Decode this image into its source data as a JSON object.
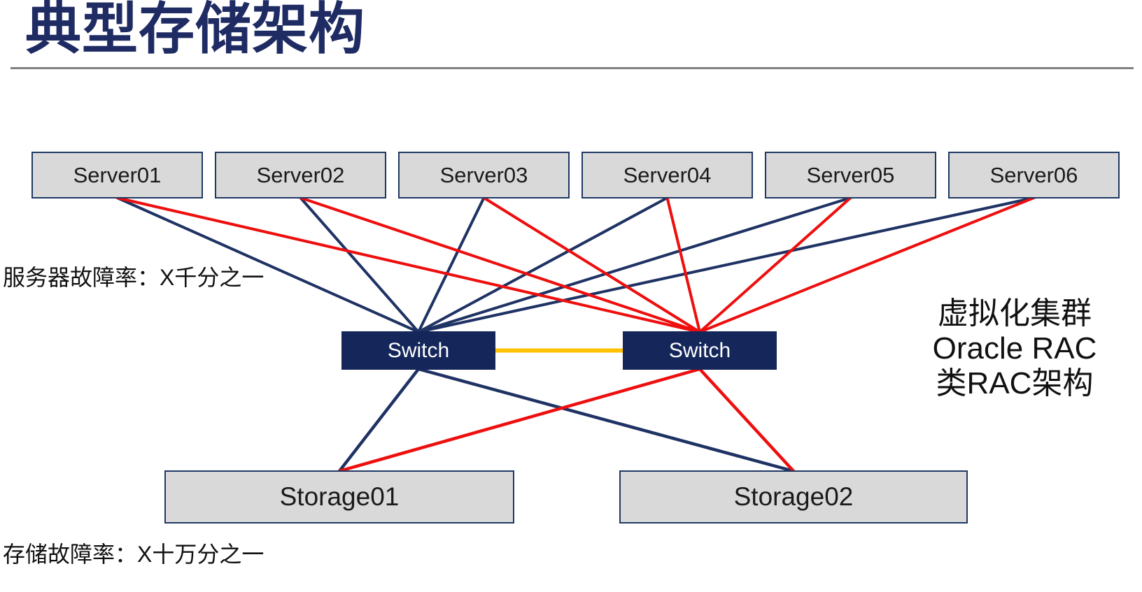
{
  "title": "典型存储架构",
  "nodes": {
    "servers": [
      "Server01",
      "Server02",
      "Server03",
      "Server04",
      "Server05",
      "Server06"
    ],
    "switches": [
      "Switch",
      "Switch"
    ],
    "storages": [
      "Storage01",
      "Storage02"
    ]
  },
  "annotations": {
    "server_failure_rate": "服务器故障率：X千分之一",
    "storage_failure_rate": "存储故障率：X十万分之一",
    "note_lines": [
      "虚拟化集群",
      "Oracle RAC",
      "类RAC架构"
    ]
  },
  "colors": {
    "title": "#1f2b63",
    "node_fill": "#d9d9d9",
    "node_border": "#1f3864",
    "switch_fill": "#14265a",
    "link_primary": "#1f3264",
    "link_secondary": "#ee0e0e",
    "link_interswitch": "#ffc000"
  },
  "links": [
    {
      "from": "server-1",
      "to": "switch-1",
      "color": "link_primary",
      "weight": 4
    },
    {
      "from": "server-2",
      "to": "switch-1",
      "color": "link_primary",
      "weight": 4
    },
    {
      "from": "server-3",
      "to": "switch-1",
      "color": "link_primary",
      "weight": 4
    },
    {
      "from": "server-4",
      "to": "switch-1",
      "color": "link_primary",
      "weight": 4
    },
    {
      "from": "server-5",
      "to": "switch-1",
      "color": "link_primary",
      "weight": 4
    },
    {
      "from": "server-6",
      "to": "switch-1",
      "color": "link_primary",
      "weight": 4
    },
    {
      "from": "server-1",
      "to": "switch-2",
      "color": "link_secondary",
      "weight": 4
    },
    {
      "from": "server-2",
      "to": "switch-2",
      "color": "link_secondary",
      "weight": 4
    },
    {
      "from": "server-3",
      "to": "switch-2",
      "color": "link_secondary",
      "weight": 4
    },
    {
      "from": "server-4",
      "to": "switch-2",
      "color": "link_secondary",
      "weight": 4
    },
    {
      "from": "server-5",
      "to": "switch-2",
      "color": "link_secondary",
      "weight": 4
    },
    {
      "from": "server-6",
      "to": "switch-2",
      "color": "link_secondary",
      "weight": 4
    },
    {
      "from": "switch-1",
      "to": "switch-2",
      "color": "link_interswitch",
      "weight": 6
    },
    {
      "from": "switch-1",
      "to": "storage-1",
      "color": "link_primary",
      "weight": 4.5
    },
    {
      "from": "switch-1",
      "to": "storage-2",
      "color": "link_primary",
      "weight": 4.5
    },
    {
      "from": "switch-2",
      "to": "storage-1",
      "color": "link_secondary",
      "weight": 4.5
    },
    {
      "from": "switch-2",
      "to": "storage-2",
      "color": "link_secondary",
      "weight": 4.5
    }
  ]
}
